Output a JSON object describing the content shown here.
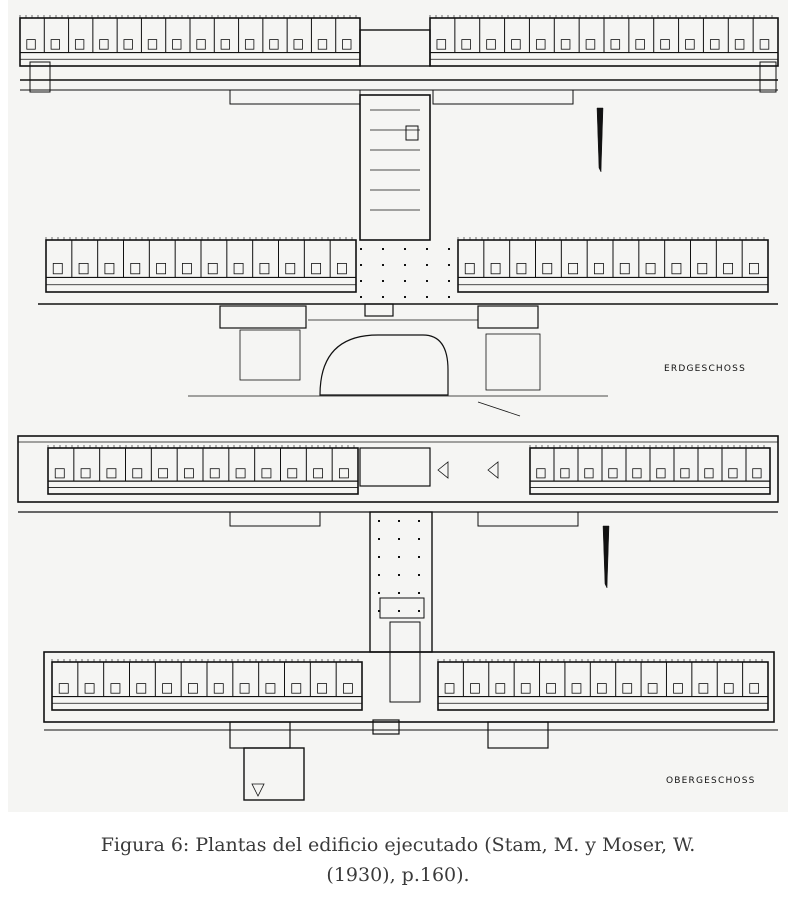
{
  "figure": {
    "labels": {
      "ground_floor": "ERDGESCHOSS",
      "upper_floor": "OBERGESCHOSS"
    },
    "caption": {
      "line1": "Figura 6: Plantas del edificio ejecutado (Stam, M. y Moser, W.",
      "line2": "(1930), p.160)."
    },
    "colors": {
      "ink": "#111111",
      "paper": "#f5f5f3",
      "caption_text": "#3a3a3a"
    },
    "icons": [
      "north-arrow-icon",
      "north-arrow-icon"
    ]
  }
}
